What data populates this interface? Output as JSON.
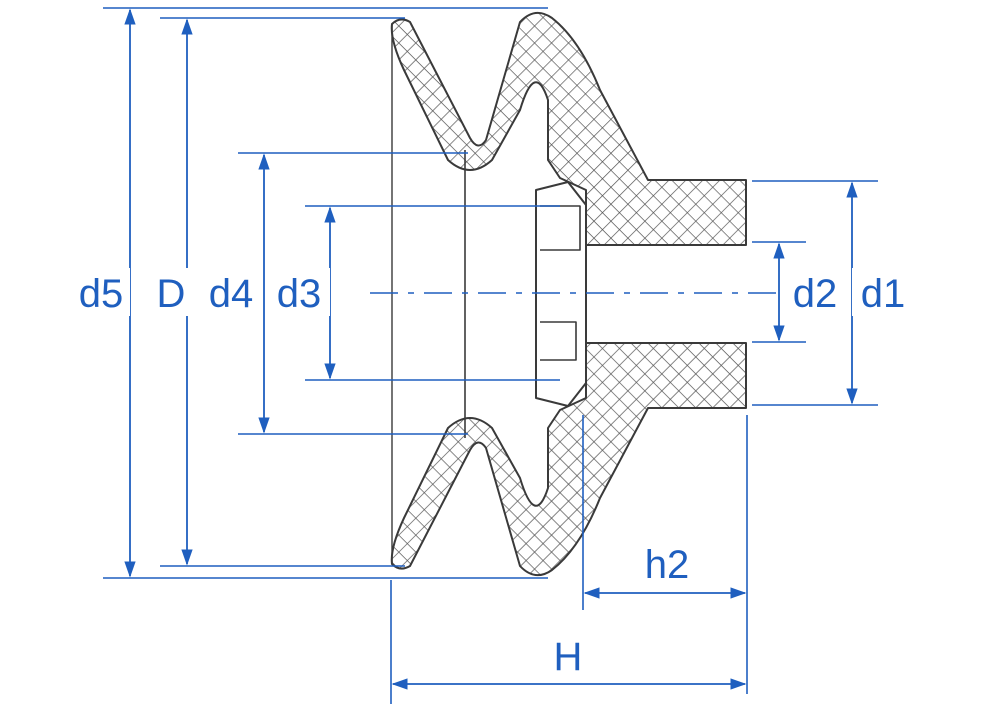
{
  "colors": {
    "dimension": "#1f5fbf",
    "outline": "#3a3a3a",
    "hatch": "#555555",
    "background": "#ffffff"
  },
  "labels": {
    "d5": "d5",
    "D": "D",
    "d4": "d4",
    "d3": "d3",
    "d2": "d2",
    "d1": "d1",
    "h2": "h2",
    "H": "H"
  }
}
